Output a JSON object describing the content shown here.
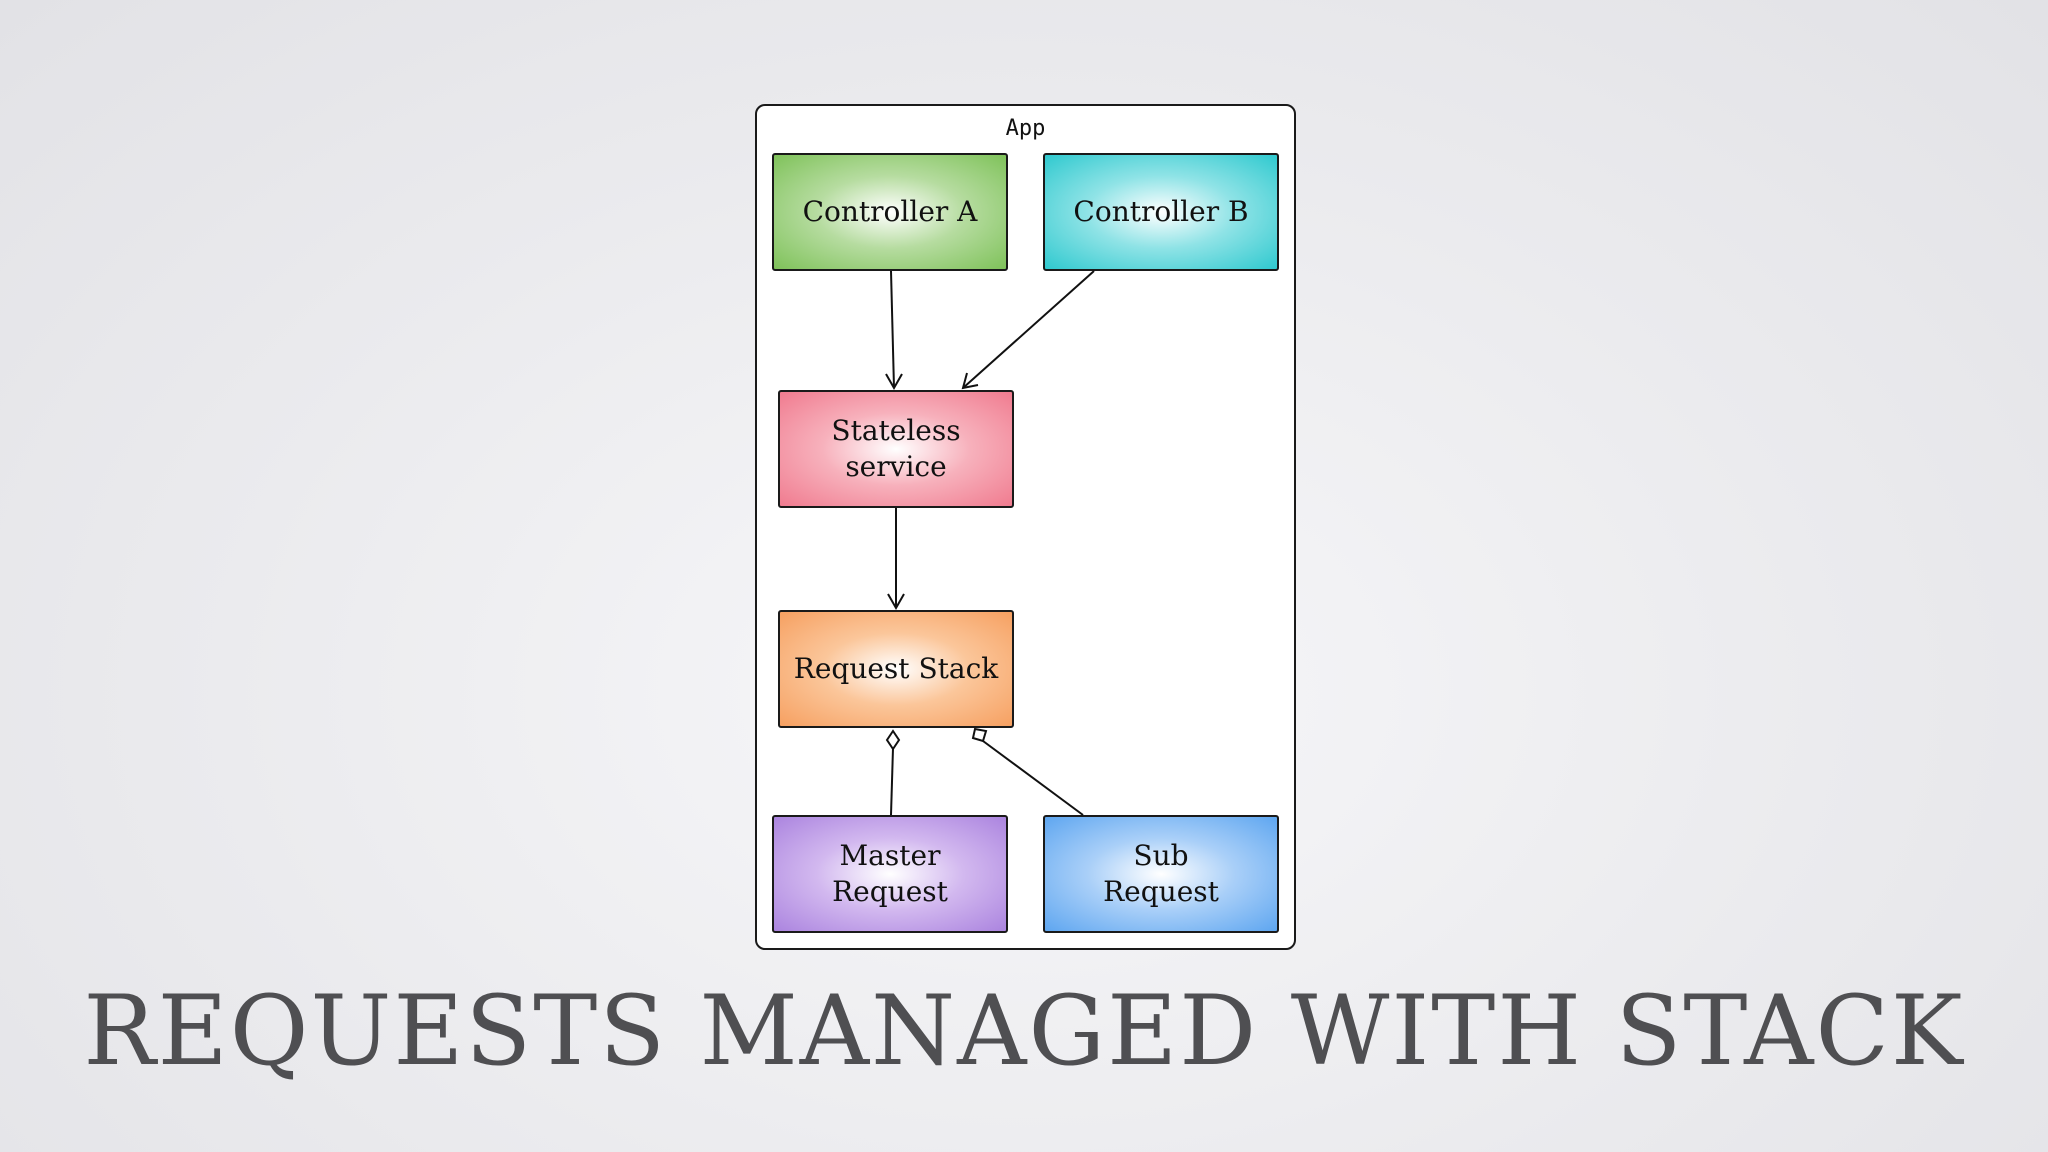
{
  "app": {
    "label": "App"
  },
  "nodes": {
    "controller_a": "Controller A",
    "controller_b": "Controller B",
    "stateless_service": "Stateless\nservice",
    "request_stack": "Request Stack",
    "master_request": "Master\nRequest",
    "sub_request": "Sub\nRequest"
  },
  "slide": {
    "title": "REQUESTS MANAGED WITH STACK"
  }
}
